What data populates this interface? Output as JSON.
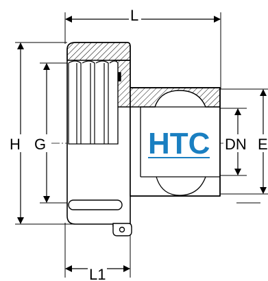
{
  "dimensions": {
    "L": "L",
    "H": "H",
    "G": "G",
    "DN": "DN",
    "E": "E",
    "L1": "L1"
  },
  "brand": {
    "text": "HTC",
    "color": "#1a7fc1"
  },
  "colors": {
    "line": "#000000",
    "hatch": "#000000"
  }
}
